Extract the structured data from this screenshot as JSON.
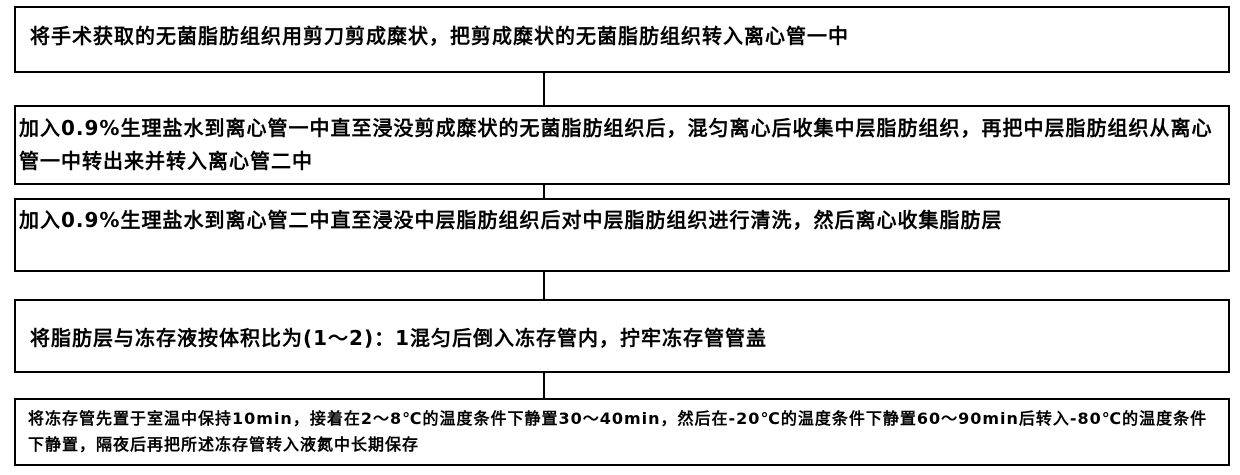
{
  "flowchart": {
    "steps": [
      {
        "text": "将手术获取的无菌脂肪组织用剪刀剪成糜状，把剪成糜状的无菌脂肪组织转入离心管一中"
      },
      {
        "text": "加入0.9%生理盐水到离心管一中直至浸没剪成糜状的无菌脂肪组织后，混匀离心后收集中层脂肪组织，再把中层脂肪组织从离心管一中转出来并转入离心管二中"
      },
      {
        "text": "加入0.9%生理盐水到离心管二中直至浸没中层脂肪组织后对中层脂肪组织进行清洗，然后离心收集脂肪层"
      },
      {
        "text": "将脂肪层与冻存液按体积比为(1～2)：1混匀后倒入冻存管内，拧牢冻存管管盖"
      },
      {
        "text": "将冻存管先置于室温中保持10min，接着在2～8℃的温度条件下静置30～40min，然后在-20℃的温度条件下静置60～90min后转入-80℃的温度条件下静置，隔夜后再把所述冻存管转入液氮中长期保存"
      }
    ]
  }
}
